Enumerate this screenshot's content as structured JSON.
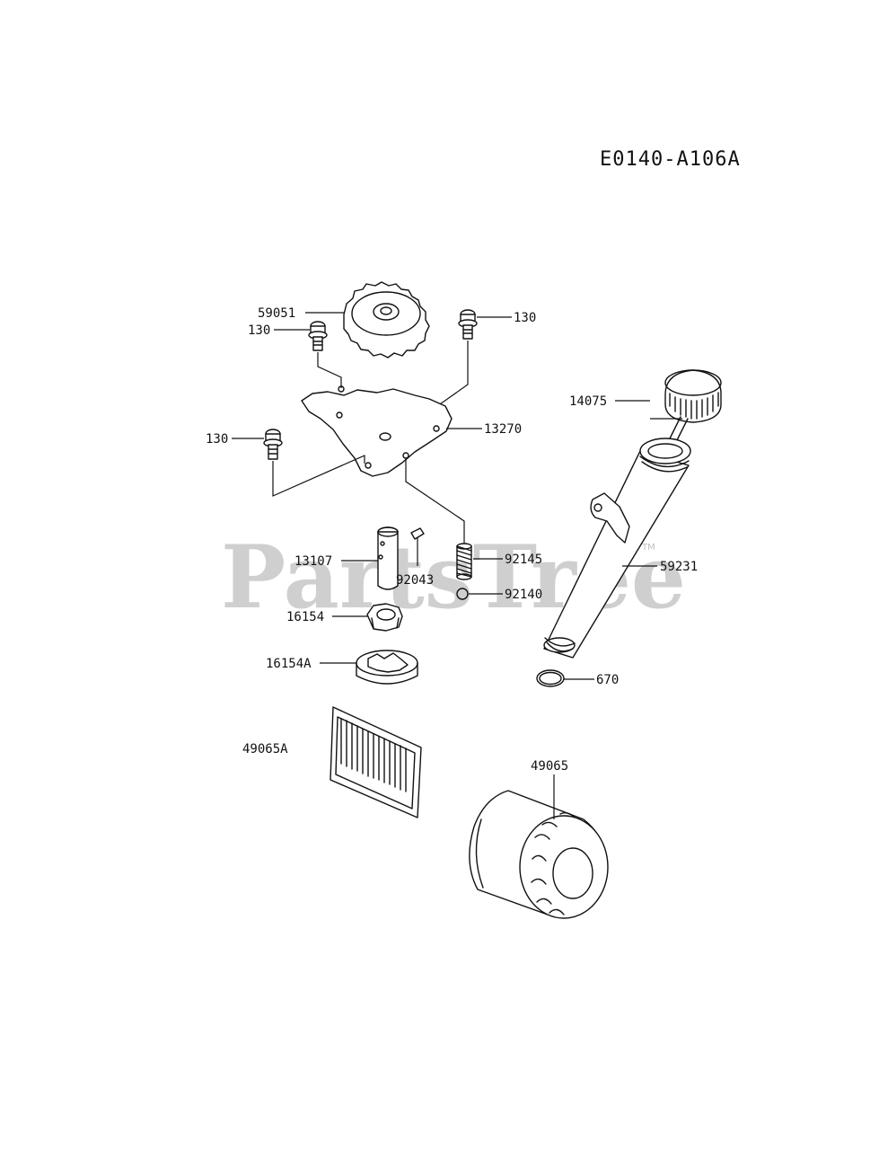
{
  "diagram_id": "E0140-A106A",
  "watermark": {
    "text": "PartsTree",
    "trademark": "TM"
  },
  "callouts": {
    "p59051": "59051",
    "p130_a": "130",
    "p130_b": "130",
    "p130_c": "130",
    "p13270": "13270",
    "p14075": "14075",
    "p13107": "13107",
    "p92043": "92043",
    "p92145": "92145",
    "p92140": "92140",
    "p59231": "59231",
    "p16154": "16154",
    "p16154A": "16154A",
    "p670": "670",
    "p49065A": "49065A",
    "p49065": "49065"
  }
}
